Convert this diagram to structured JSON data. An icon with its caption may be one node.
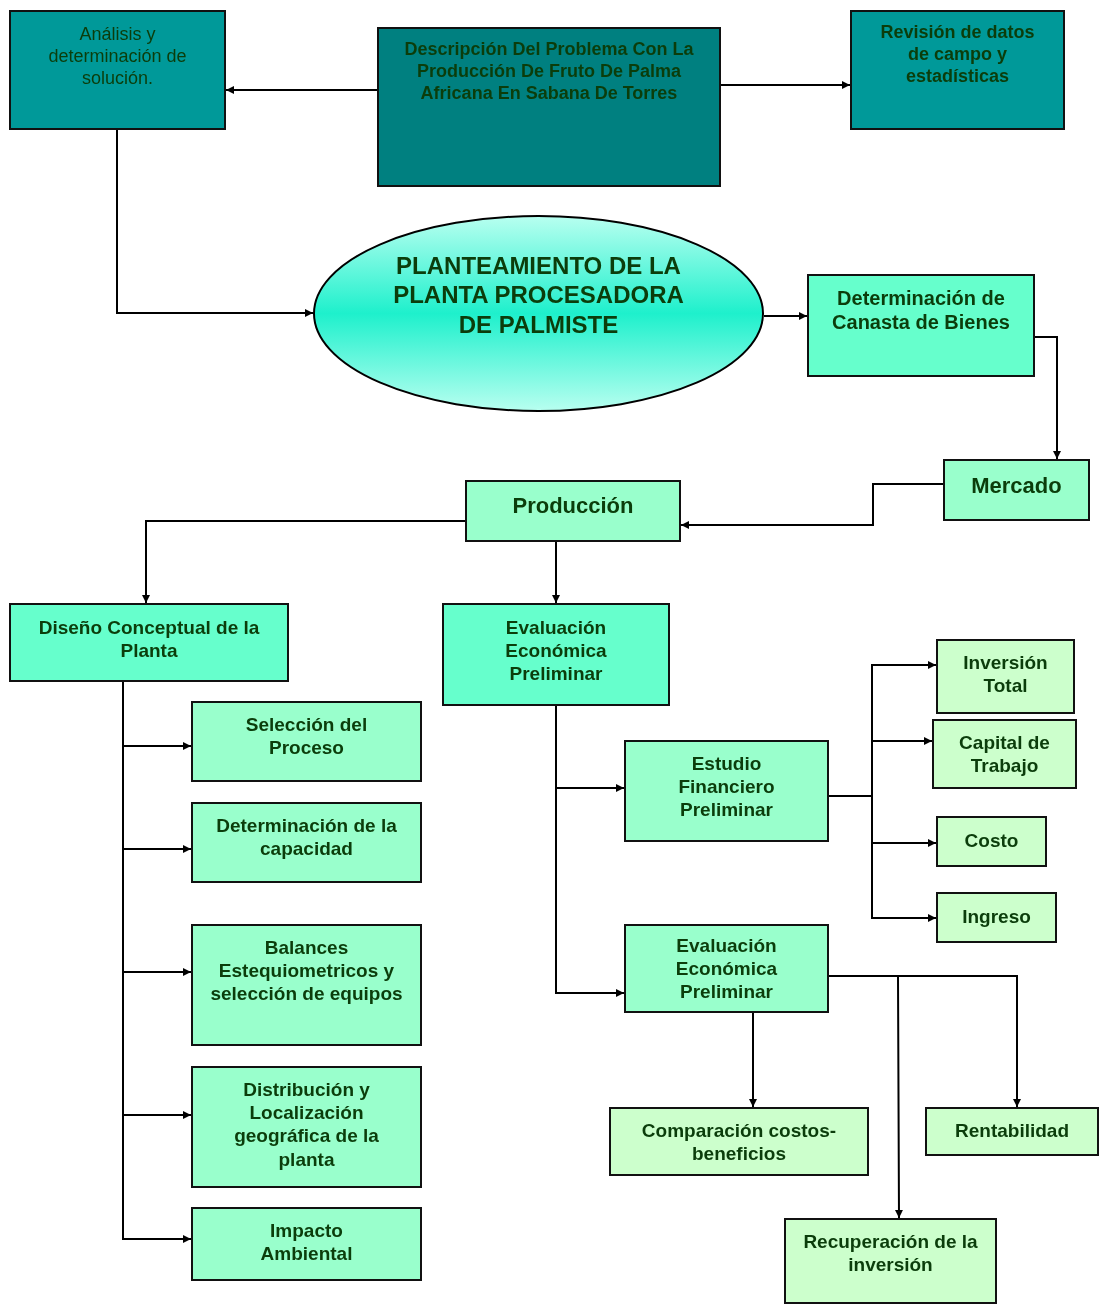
{
  "diagram": {
    "nodes": [
      {
        "text": [
          "Análisis y determinación de solución."
        ]
      },
      {
        "text": [
          "Descripción Del Problema Con La Producción De Fruto De Palma Africana En Sabana De Torres"
        ]
      },
      {
        "text": [
          "Revisión de datos de campo y estadísticas"
        ]
      },
      {
        "text": [
          "PLANTEAMIENTO DE LA PLANTA PROCESADORA DE PALMISTE"
        ]
      },
      {
        "text": [
          "Determinación de Canasta de Bienes"
        ]
      },
      {
        "text": [
          "Mercado"
        ]
      },
      {
        "text": [
          "Producción"
        ]
      },
      {
        "text": [
          "Diseño Conceptual de la Planta"
        ]
      },
      {
        "text": [
          "Evaluación Económica Preliminar"
        ]
      },
      {
        "text": [
          "Selección del Proceso"
        ]
      },
      {
        "text": [
          "Determinación de la capacidad"
        ]
      },
      {
        "text": [
          "Balances Estequiometricos y selección de equipos"
        ]
      },
      {
        "text": [
          "Distribución y Localización geográfica de la planta"
        ]
      },
      {
        "text": [
          "Impacto Ambiental"
        ]
      },
      {
        "text": [
          "Estudio Financiero Preliminar"
        ]
      },
      {
        "text": [
          "Inversión Total"
        ]
      },
      {
        "text": [
          "Capital de Trabajo"
        ]
      },
      {
        "text": [
          "Costo"
        ]
      },
      {
        "text": [
          "Ingreso"
        ]
      },
      {
        "text": [
          "Evaluación Económica Preliminar"
        ]
      },
      {
        "text": [
          "Comparación costos-beneficios"
        ]
      },
      {
        "text": [
          "Rentabilidad"
        ]
      },
      {
        "text": [
          "Recuperación de la inversión"
        ]
      }
    ],
    "edges": [
      {
        "from": 1,
        "to": 0,
        "arrow": "to"
      },
      {
        "from": 1,
        "to": 2,
        "arrow": "to"
      },
      {
        "from": 0,
        "to": 3,
        "arrow": "to"
      },
      {
        "from": 3,
        "to": 4,
        "arrow": "to"
      },
      {
        "from": 4,
        "to": 5,
        "arrow": "to"
      },
      {
        "from": 5,
        "to": 6,
        "arrow": "to"
      },
      {
        "from": 6,
        "to": 7,
        "arrow": "to"
      },
      {
        "from": 6,
        "to": 8,
        "arrow": "to"
      },
      {
        "from": 7,
        "to": 9,
        "arrow": "to"
      },
      {
        "from": 7,
        "to": 10,
        "arrow": "to"
      },
      {
        "from": 7,
        "to": 11,
        "arrow": "to"
      },
      {
        "from": 7,
        "to": 12,
        "arrow": "to"
      },
      {
        "from": 7,
        "to": 13,
        "arrow": "to"
      },
      {
        "from": 8,
        "to": 14,
        "arrow": "to"
      },
      {
        "from": 8,
        "to": 19,
        "arrow": "to"
      },
      {
        "from": 14,
        "to": 15,
        "arrow": "to"
      },
      {
        "from": 14,
        "to": 16,
        "arrow": "to"
      },
      {
        "from": 14,
        "to": 17,
        "arrow": "to"
      },
      {
        "from": 14,
        "to": 18,
        "arrow": "to"
      },
      {
        "from": 19,
        "to": 20,
        "arrow": "to"
      },
      {
        "from": 19,
        "to": 21,
        "arrow": "to"
      },
      {
        "from": 19,
        "to": 22,
        "arrow": "to"
      }
    ]
  }
}
